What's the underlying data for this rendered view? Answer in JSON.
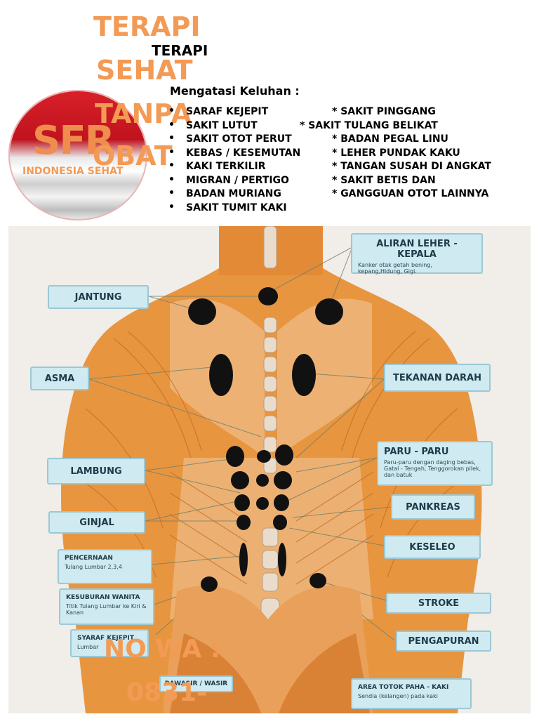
{
  "logo": {
    "mark": "SFR",
    "tagline": "INDONESIA SEHAT"
  },
  "overlay_title": {
    "line1": "TERAPI",
    "line2": "SEHAT",
    "line3": "TANPA",
    "line4": "OBAT"
  },
  "header": {
    "title": "TERAPI",
    "complaints_heading": "Mengatasi Keluhan :"
  },
  "complaints_left": [
    "SARAF KEJEPIT",
    "SAKIT LUTUT",
    "SAKIT OTOT PERUT",
    "KEBAS / KESEMUTAN",
    "KAKI TERKILIR",
    "MIGRAN / PERTIGO",
    "BADAN MURIANG",
    "SAKIT TUMIT KAKI"
  ],
  "complaints_right": [
    "* SAKIT PINGGANG",
    "* SAKIT TULANG BELIKAT",
    "* BADAN PEGAL LINU",
    "* LEHER PUNDAK KAKU",
    "* TANGAN SUSAH DI ANGKAT",
    "* SAKIT BETIS DAN",
    "* GANGGUAN OTOT LAINNYA"
  ],
  "anatomy_labels": {
    "aliran": {
      "title": "ALIRAN LEHER - KEPALA",
      "sub": "Kanker otak getah bening, kepang,Hidung, Gigi."
    },
    "jantung": "JANTUNG",
    "asma": "ASMA",
    "tekanan": "TEKANAN DARAH",
    "paru": {
      "title": "PARU - PARU",
      "sub": "Paru-paru dengan daging bebas, Gatal - Tengah, Tenggorokan pilek, dan batuk"
    },
    "lambung": "LAMBUNG",
    "pankreas": "PANKREAS",
    "ginjal": "GINJAL",
    "keseleo": "KESELEO",
    "pencernaan": {
      "title": "PENCERNAAN",
      "sub": "Tulang Lumbar 2,3,4"
    },
    "kesuburan": {
      "title": "KESUBURAN WANITA",
      "sub": "Titik Tulang Lumbar ke Kiri & Kanan"
    },
    "stroke": "STROKE",
    "syaraf": {
      "title": "SYARAF KEJEPIT",
      "sub": "Lumbar"
    },
    "pengapuran": "PENGAPURAN",
    "wasir": "BAWASIR / WASIR",
    "totok": {
      "title": "AREA TOTOK PAHA - KAKI",
      "sub": "Sendia (kelangen) pada kaki"
    }
  },
  "contact": {
    "line1": "NO WA :",
    "line2": "0831-"
  },
  "colors": {
    "accent_orange": "#f39a55",
    "label_fill": "#cfeaf0",
    "muscle": "#e78c3c",
    "point": "#111111"
  }
}
